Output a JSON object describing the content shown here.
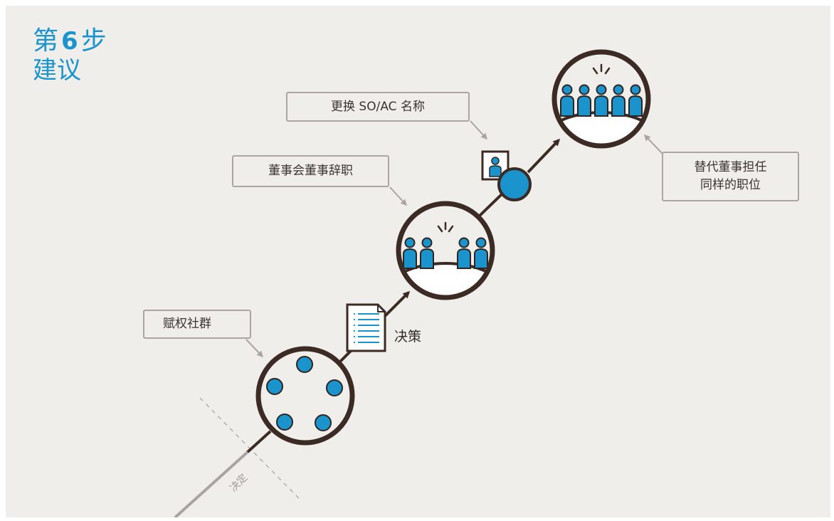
{
  "title": {
    "prefix": "第",
    "number": "6",
    "suffix": "步",
    "subtitle": "建议"
  },
  "callouts": {
    "empowered_community": "赋权社群",
    "board_removal": "董事会董事辞职",
    "replacement_name": "更换 SO/AC 名称",
    "replacement_director": "替代董事担任\n同样的职位"
  },
  "labels": {
    "decision": "决策",
    "decided": "决定"
  },
  "colors": {
    "background": "#efeeea",
    "accent_blue": "#1b93cd",
    "dark_brown": "#3b2b24",
    "callout_border": "#a9a6a1",
    "gray_line": "#a8a5a0"
  }
}
